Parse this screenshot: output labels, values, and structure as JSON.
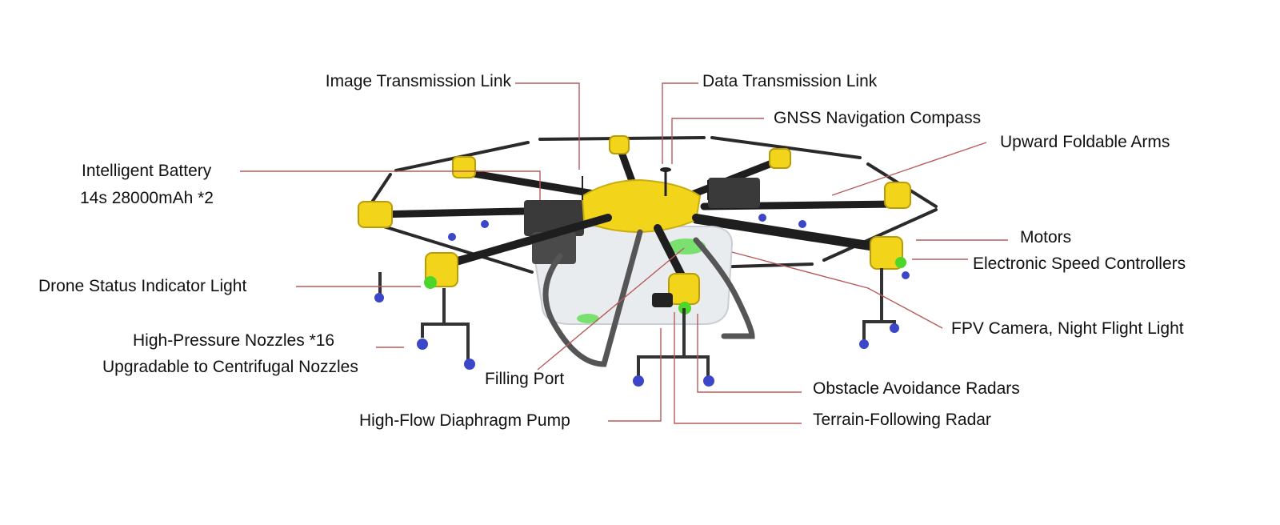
{
  "colors": {
    "background": "#ffffff",
    "leader_line": "#b85a5a",
    "frame": "#1c1c1c",
    "motor_yellow": "#f2d41a",
    "tank": "#e9ecef",
    "nozzle_blue": "#3b46c8",
    "indicator_green": "#4cd62c",
    "battery": "#3a3a3a"
  },
  "labels": {
    "image_link": "Image Transmission Link",
    "data_link": "Data Transmission Link",
    "gnss": "GNSS Navigation Compass",
    "arms": "Upward Foldable Arms",
    "battery_line1": "Intelligent Battery",
    "battery_line2": "14s 28000mAh *2",
    "motors": "Motors",
    "esc": "Electronic Speed Controllers",
    "status_light": "Drone Status Indicator Light",
    "nozzles_line1": "High-Pressure Nozzles *16",
    "nozzles_line2": "Upgradable to Centrifugal Nozzles",
    "fpv": "FPV Camera, Night Flight Light",
    "filling_port": "Filling Port",
    "obstacle": "Obstacle Avoidance Radars",
    "pump": "High-Flow Diaphragm Pump",
    "terrain": "Terrain-Following Radar"
  },
  "icons": {
    "drone": "agricultural-octocopter-illustration"
  }
}
